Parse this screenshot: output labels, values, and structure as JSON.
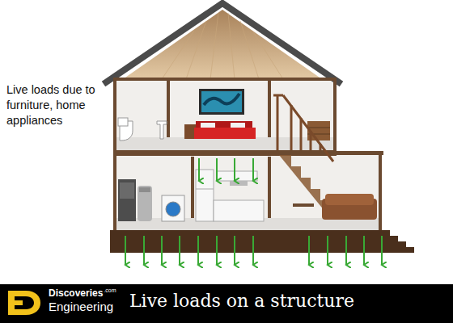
{
  "diagram": {
    "caption": "Live loads on a structure",
    "labels": [
      "Live loads due to furniture, home appliances",
      "Discoveries",
      ".com",
      "Engineering"
    ]
  }
}
